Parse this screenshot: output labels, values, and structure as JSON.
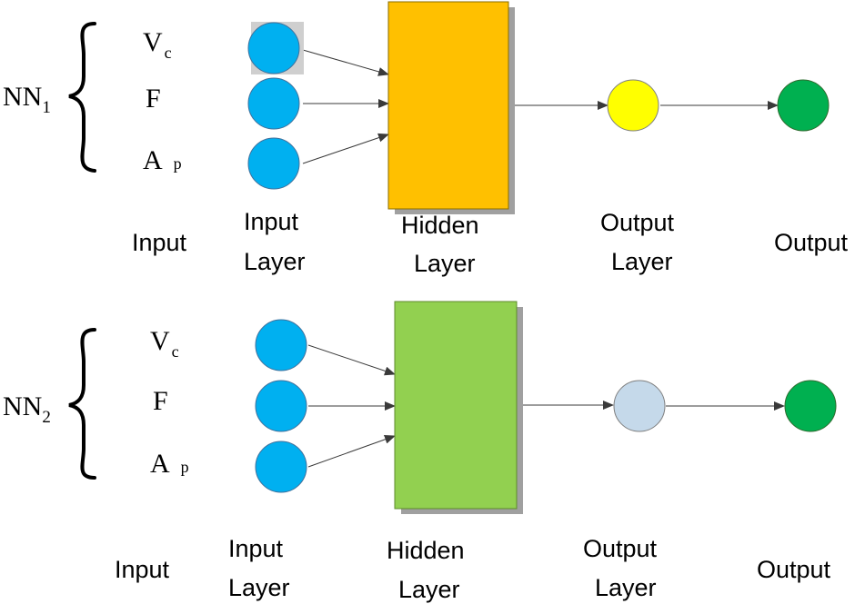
{
  "networks": [
    {
      "name_main": "NN",
      "name_sub": "1",
      "vars": [
        {
          "main": "V",
          "sub": "c"
        },
        {
          "main": "F",
          "sub": ""
        },
        {
          "main": "A",
          "sub": "p"
        }
      ],
      "labels": {
        "input": "Input",
        "input_layer_1": "Input",
        "input_layer_2": "Layer",
        "hidden_layer_1": "Hidden",
        "hidden_layer_2": "Layer",
        "output_layer_1": "Output",
        "output_layer_2": "Layer",
        "output": "Output"
      },
      "colors": {
        "input_node": "#00b0f0",
        "hidden_layer": "#ffc000",
        "output_layer_node": "#ffff00",
        "output_node": "#00b050"
      }
    },
    {
      "name_main": "NN",
      "name_sub": "2",
      "vars": [
        {
          "main": "V",
          "sub": "c"
        },
        {
          "main": "F",
          "sub": ""
        },
        {
          "main": "A",
          "sub": "p"
        }
      ],
      "labels": {
        "input": "Input",
        "input_layer_1": "Input",
        "input_layer_2": "Layer",
        "hidden_layer_1": "Hidden",
        "hidden_layer_2": "Layer",
        "output_layer_1": "Output",
        "output_layer_2": "Layer",
        "output": "Output"
      },
      "colors": {
        "input_node": "#00b0f0",
        "hidden_layer": "#92d050",
        "output_layer_node": "#c5d9ea",
        "output_node": "#00b050"
      }
    }
  ]
}
